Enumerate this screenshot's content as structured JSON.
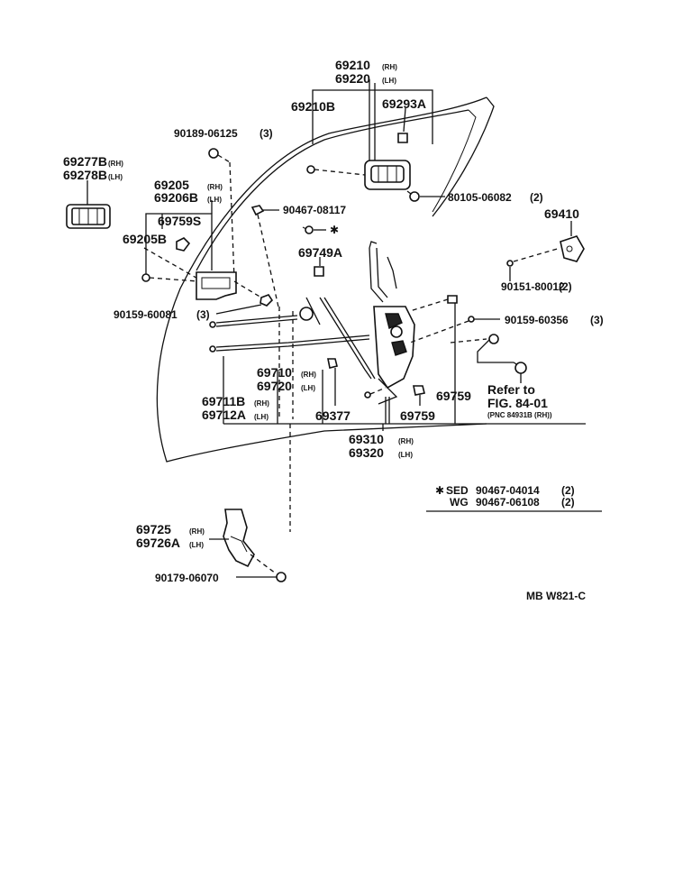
{
  "labels": {
    "p69210": "69210",
    "p69220": "69220",
    "p69210B": "69210B",
    "p69293A": "69293A",
    "p90189": "90189-06125",
    "p90189_qty": "(3)",
    "p69277B": "69277B",
    "p69278B": "69278B",
    "p69205": "69205",
    "p69206B": "69206B",
    "p69759S": "69759S",
    "p69205B": "69205B",
    "p90467_08117": "90467-08117",
    "p80105": "80105-06082",
    "p80105_qty": "(2)",
    "p69410": "69410",
    "p69749A": "69749A",
    "p90151": "90151-80012",
    "p90151_qty": "(2)",
    "p90159_60081": "90159-60081",
    "p90159_60081_qty": "(3)",
    "p90159_60356": "90159-60356",
    "p90159_60356_qty": "(3)",
    "p69710": "69710",
    "p69720": "69720",
    "p69711B": "69711B",
    "p69712A": "69712A",
    "p69377": "69377",
    "p69759a": "69759",
    "p69759b": "69759",
    "p69310": "69310",
    "p69320": "69320",
    "refer_to": "Refer to",
    "fig": "FIG. 84-01",
    "pnc": "(PNC 84931B (RH))",
    "sed": "SED",
    "sed_part": "90467-04014",
    "sed_qty": "(2)",
    "wg": "WG",
    "wg_part": "90467-06108",
    "wg_qty": "(2)",
    "p69725": "69725",
    "p69726A": "69726A",
    "p90179": "90179-06070",
    "diagram_code": "MB W821-C",
    "rh": "(RH)",
    "lh": "(LH)",
    "star": "✱"
  }
}
